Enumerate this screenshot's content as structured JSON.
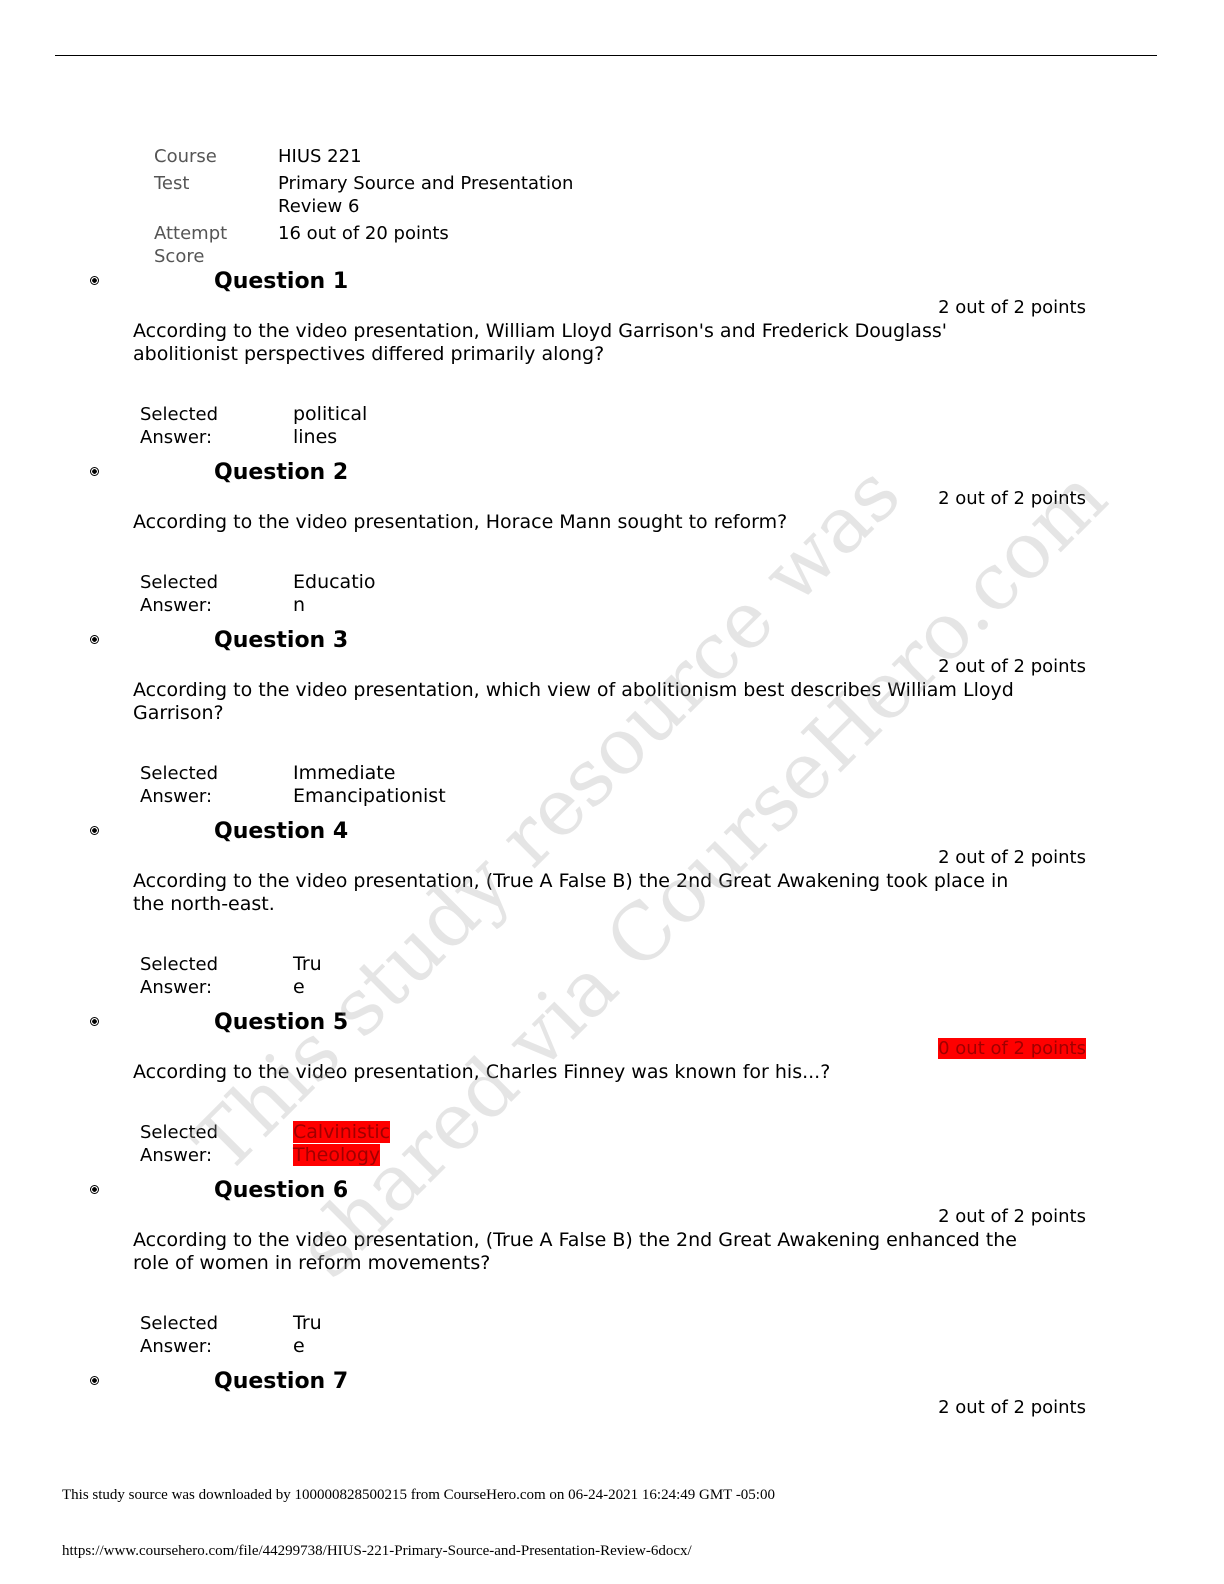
{
  "meta": [
    {
      "label": "Course",
      "value": "HIUS 221"
    },
    {
      "label": "Test",
      "value": "Primary Source and Presentation Review 6"
    },
    {
      "label": "Attempt Score",
      "value": "16 out of 20 points"
    }
  ],
  "answer_label": "Selected Answer:",
  "questions": [
    {
      "title": "Question 1",
      "points": "2 out of 2 points",
      "correct": true,
      "text": "According to the video presentation, William Lloyd Garrison's and Frederick Douglass' abolitionist perspectives differed primarily along?",
      "answer_lines": [
        "political",
        "lines"
      ]
    },
    {
      "title": "Question 2",
      "points": "2 out of 2 points",
      "correct": true,
      "text": "According to the video presentation, Horace Mann sought to reform?",
      "answer_lines": [
        "Educatio",
        "n"
      ]
    },
    {
      "title": "Question 3",
      "points": "2 out of 2 points",
      "correct": true,
      "text": "According to the video presentation, which view of abolitionism best describes William Lloyd Garrison?",
      "answer_lines": [
        "Immediate",
        "Emancipationist"
      ]
    },
    {
      "title": "Question 4",
      "points": "2 out of 2 points",
      "correct": true,
      "text": "According to the video presentation, (True A False B) the 2nd Great Awakening took place in the north-east.",
      "answer_lines": [
        "Tru",
        "e"
      ]
    },
    {
      "title": "Question 5",
      "points": "0 out of 2 points",
      "correct": false,
      "text": "According to the video presentation, Charles Finney was known for his...?",
      "answer_lines": [
        "Calvinistic",
        "Theology"
      ]
    },
    {
      "title": "Question 6",
      "points": "2 out of 2 points",
      "correct": true,
      "text": "According to the video presentation, (True A False B) the 2nd Great Awakening enhanced the role of women in reform movements?",
      "answer_lines": [
        "Tru",
        "e"
      ]
    },
    {
      "title": "Question 7",
      "points": "2 out of 2 points",
      "correct": true
    }
  ],
  "watermark": [
    "This study resource was",
    "shared via CourseHero.com"
  ],
  "footer": {
    "download_note": "This study source was downloaded by 100000828500215 from CourseHero.com on 06-24-2021 16:24:49 GMT -05:00",
    "url": "https://www.coursehero.com/file/44299738/HIUS-221-Primary-Source-and-Presentation-Review-6docx/"
  },
  "colors": {
    "incorrect_highlight": "#ff0000"
  }
}
